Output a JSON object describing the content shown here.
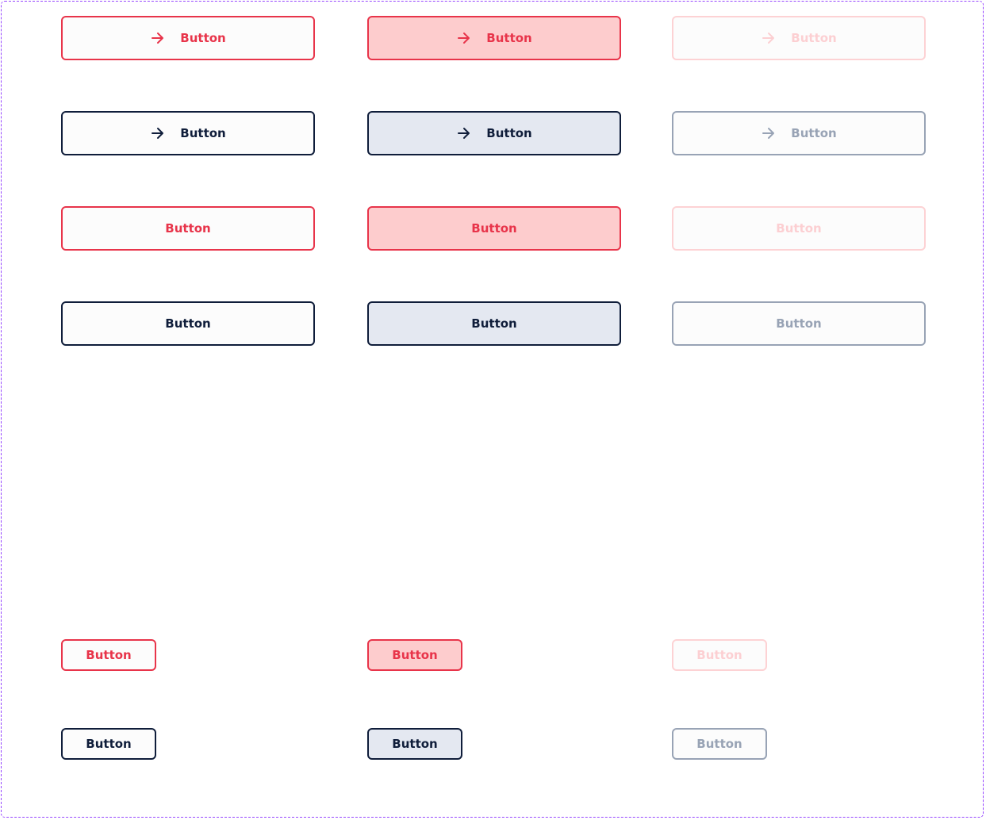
{
  "colors": {
    "red": "#e8344a",
    "red_active_fill": "#fdcccd",
    "red_disabled": "#fdd2d4",
    "navy": "#0f1d3a",
    "navy_active_fill": "#e4e8f1",
    "navy_disabled": "#98a3b5",
    "frame_border": "#9747ff"
  },
  "icon": "arrow-right-icon",
  "buttons": {
    "large_icon_red": {
      "default": "Button",
      "active": "Button",
      "disabled": "Button"
    },
    "large_icon_navy": {
      "default": "Button",
      "active": "Button",
      "disabled": "Button"
    },
    "large_red": {
      "default": "Button",
      "active": "Button",
      "disabled": "Button"
    },
    "large_navy": {
      "default": "Button",
      "active": "Button",
      "disabled": "Button"
    },
    "small_red": {
      "default": "Button",
      "active": "Button",
      "disabled": "Button"
    },
    "small_navy": {
      "default": "Button",
      "active": "Button",
      "disabled": "Button"
    }
  }
}
